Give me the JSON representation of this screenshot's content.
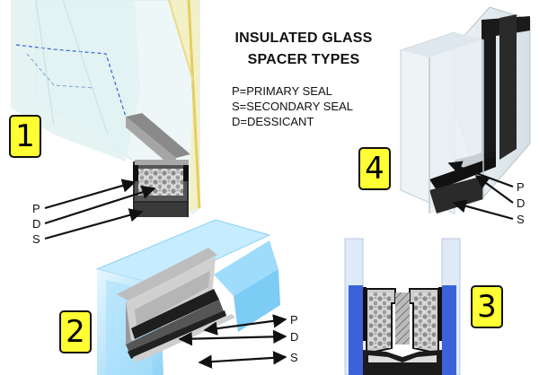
{
  "title": {
    "line1": "INSULATED GLASS",
    "line2": "SPACER TYPES"
  },
  "legend": {
    "p": "P=PRIMARY SEAL",
    "s": "S=SECONDARY SEAL",
    "d": "D=DESSICANT"
  },
  "badges": {
    "one": "1",
    "two": "2",
    "three": "3",
    "four": "4"
  },
  "labels": {
    "spacer1": {
      "p": "P",
      "d": "D",
      "s": "S"
    },
    "spacer2": {
      "p": "P",
      "d": "D",
      "s": "S"
    },
    "spacer4": {
      "p": "P",
      "d": "D",
      "s": "S"
    }
  },
  "colors": {
    "badge_fill": "#ffff33",
    "glass_blue": "#bfe6ff",
    "glass_edge_yellow": "#e8d97a",
    "sealant_black": "#1a1a1a",
    "spacer_grey": "#7a7a7a"
  }
}
